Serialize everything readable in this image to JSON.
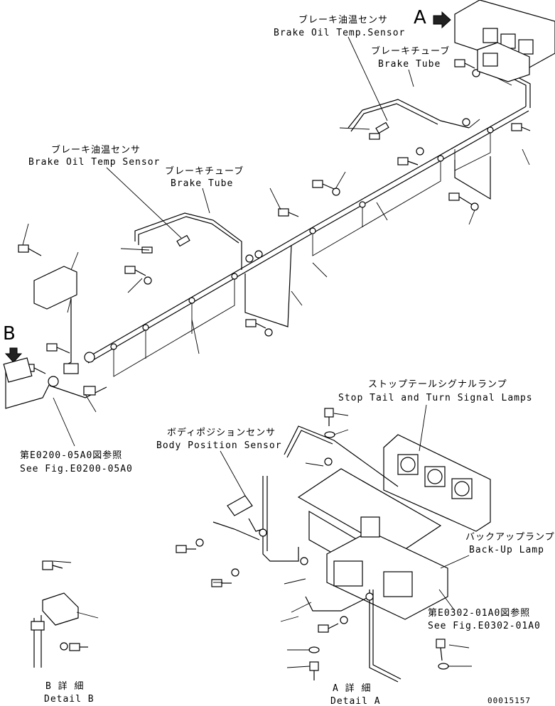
{
  "labels": {
    "brake_oil_sensor_top_jp": "ブレーキ油温センサ",
    "brake_oil_sensor_top_en": "Brake Oil Temp.Sensor",
    "brake_tube_top_jp": "ブレーキチューブ",
    "brake_tube_top_en": "Brake Tube",
    "brake_oil_sensor_left_jp": "ブレーキ油温センサ",
    "brake_oil_sensor_left_en": "Brake Oil Temp Sensor",
    "brake_tube_left_jp": "ブレーキチューブ",
    "brake_tube_left_en": "Brake Tube",
    "stop_tail_jp": "ストップテールシグナルランプ",
    "stop_tail_en": "Stop Tail and Turn Signal Lamps",
    "body_position_jp": "ボディポジションセンサ",
    "body_position_en": "Body Position Sensor",
    "backup_jp": "バックアップランプ",
    "backup_en": "Back-Up Lamp",
    "see_fig_e0200_jp": "第E0200-05A0図参照",
    "see_fig_e0200_en": "See Fig.E0200-05A0",
    "see_fig_e0302_jp": "第E0302-01A0図参照",
    "see_fig_e0302_en": "See Fig.E0302-01A0",
    "detail_b_jp": "B 詳 細",
    "detail_b_en": "Detail B",
    "detail_a_jp": "A 詳 細",
    "detail_a_en": "Detail A",
    "marker_a": "A",
    "marker_b": "B",
    "drawing_number": "00015157"
  }
}
